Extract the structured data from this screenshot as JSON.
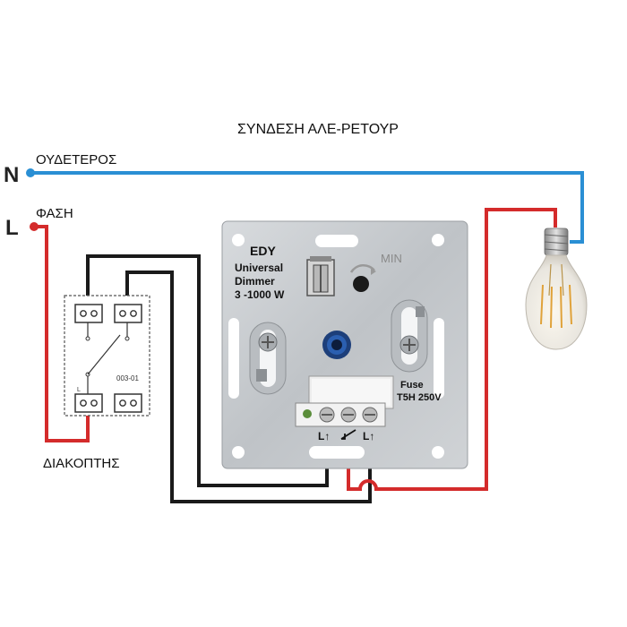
{
  "diagram": {
    "title": "ΣΥΝΔΕΣΗ ΑΛΕ-ΡΕΤΟΥΡ",
    "neutral": {
      "letter": "N",
      "label": "ΟΥΔΕΤΕΡΟΣ"
    },
    "phase": {
      "letter": "L",
      "label": "ΦΑΣΗ"
    },
    "switch": {
      "label": "ΔΙΑΚΟΠΤΗΣ",
      "model": "003-01",
      "terminal_label": "L"
    },
    "dimmer": {
      "brand": "EDY",
      "line1": "Universal",
      "line2": "Dimmer",
      "line3": "3 -1000 W",
      "min_label": "MIN",
      "fuse_line1": "Fuse",
      "fuse_line2": "T5H 250V",
      "terminal_left": "L↑",
      "terminal_right": "L↑"
    },
    "colors": {
      "neutral_wire": "#2a8fd4",
      "phase_wire": "#d42b2b",
      "traveler_wire": "#1a1a1a",
      "plate": "#c9ccd0"
    }
  }
}
